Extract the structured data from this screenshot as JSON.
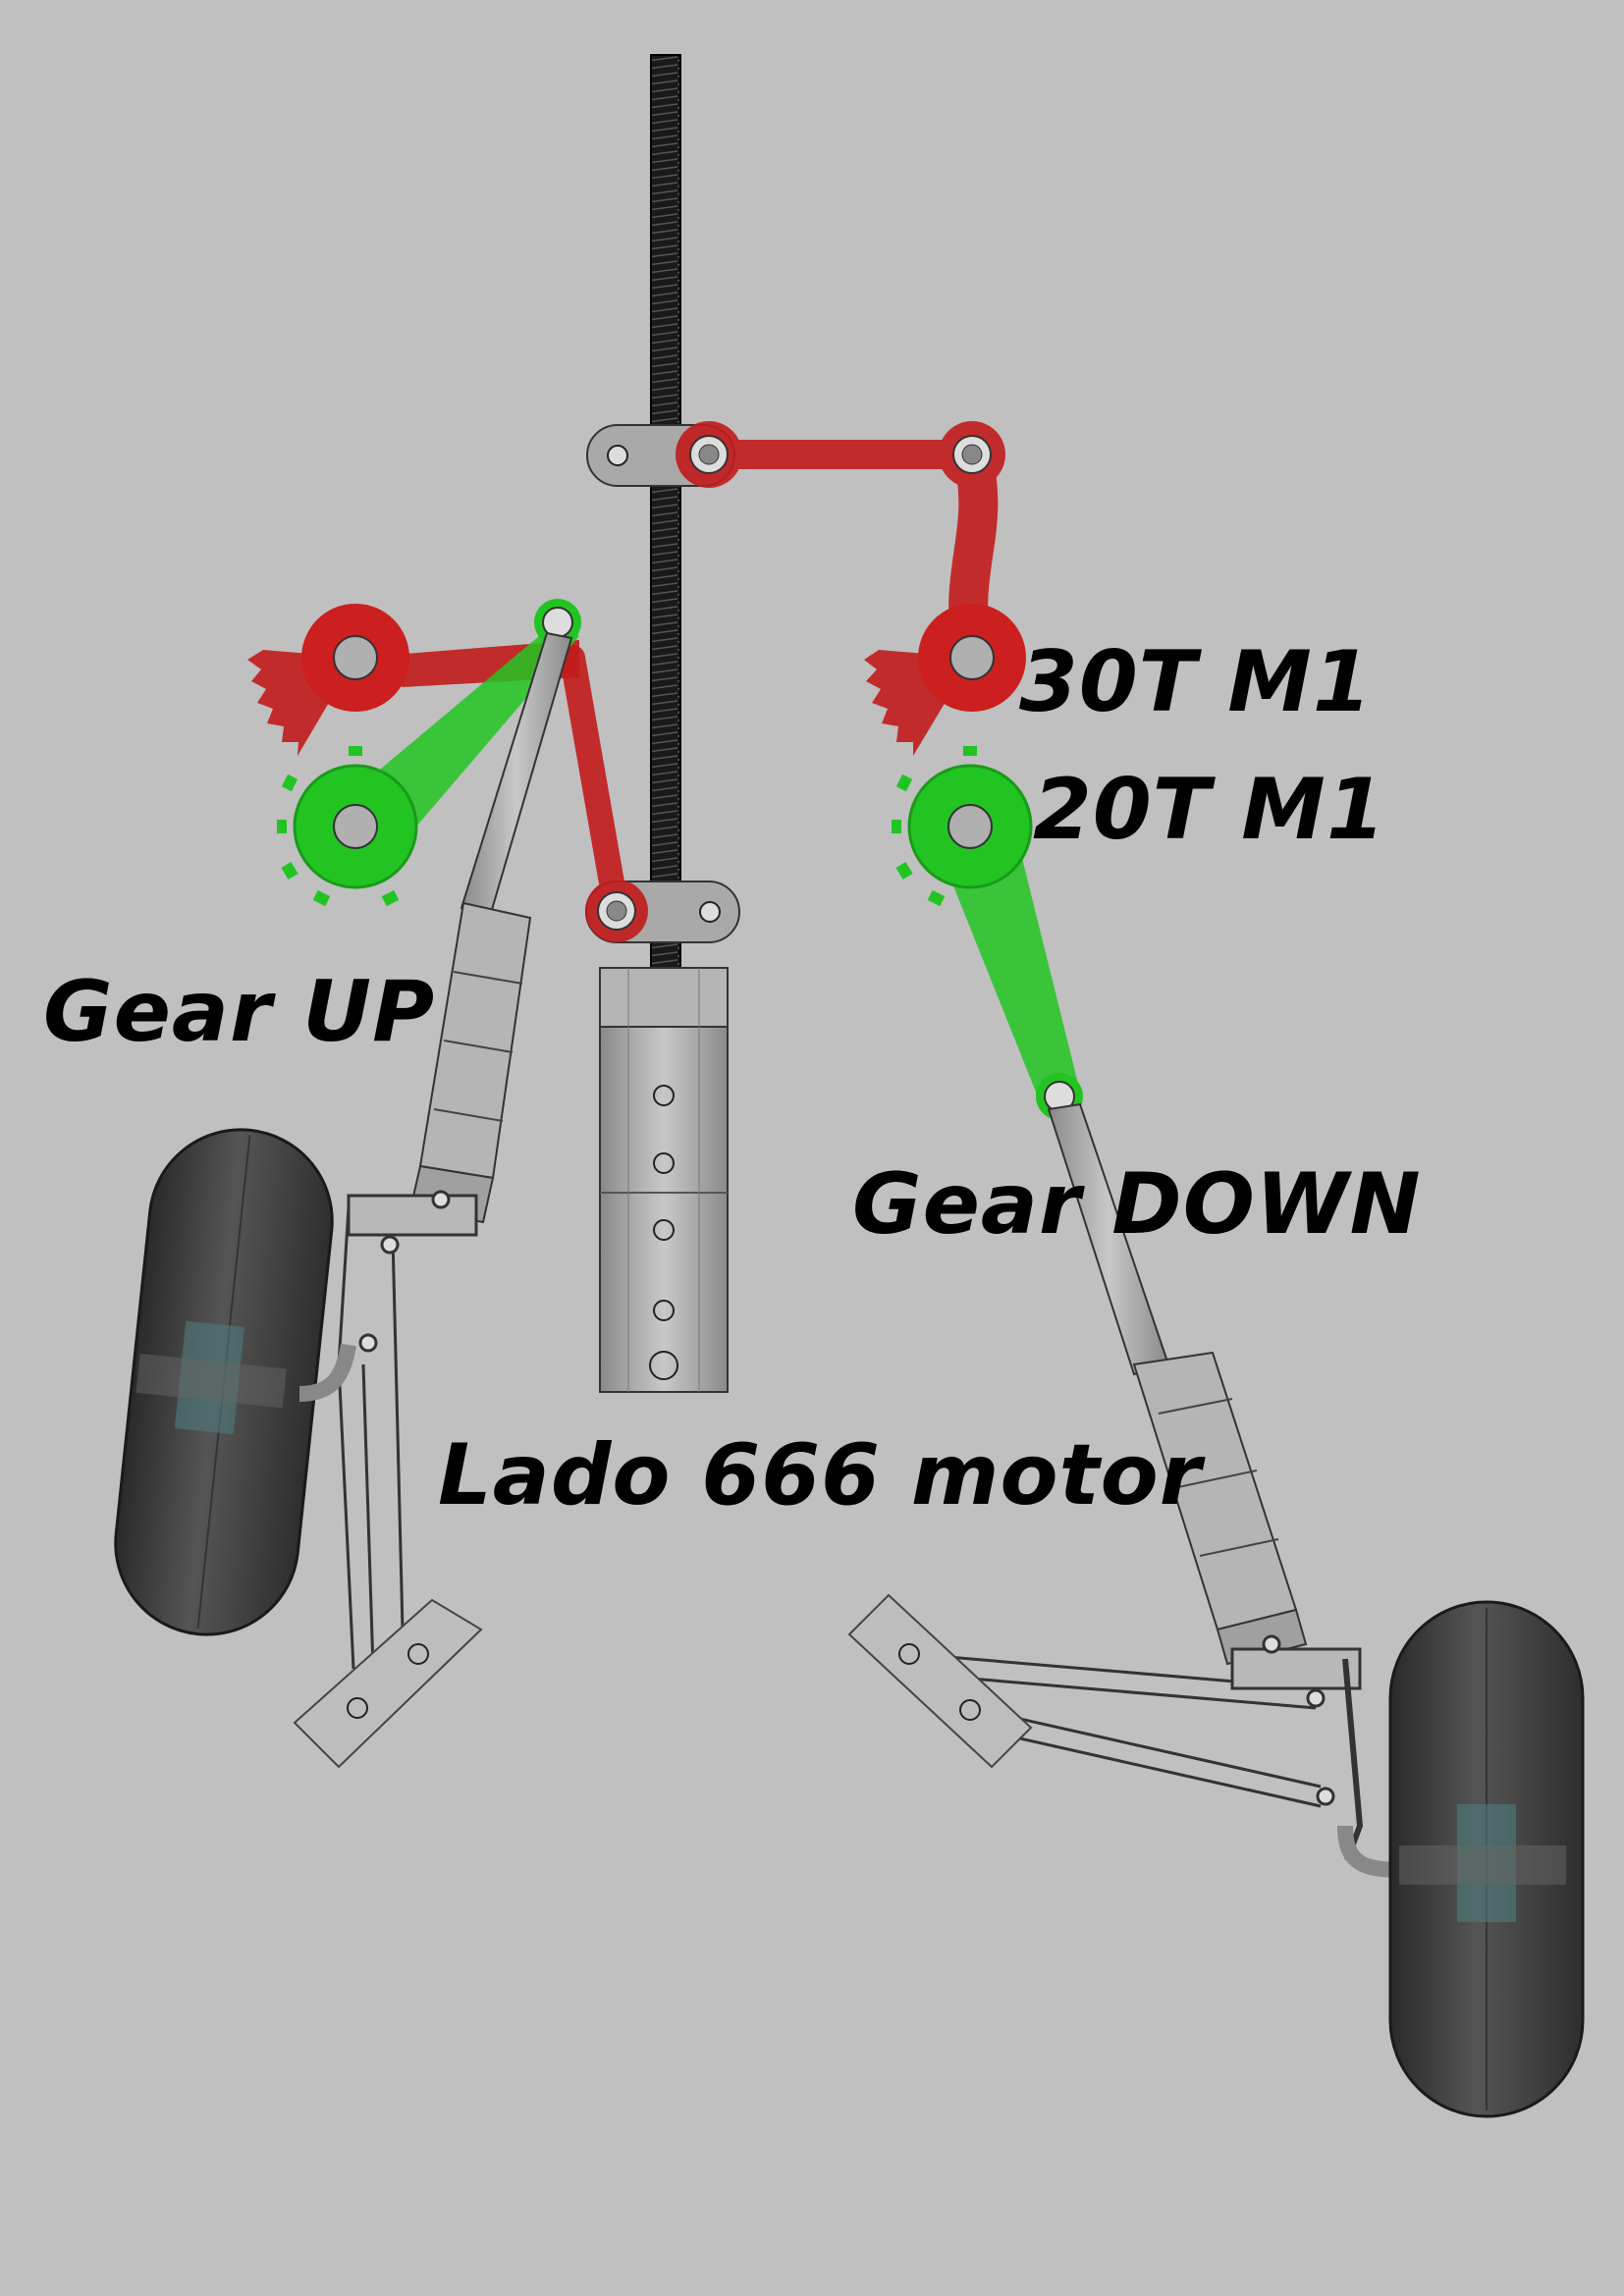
{
  "labels": {
    "gear_up": "Gear UP",
    "gear_down": "Gear DOWN",
    "gear_30t": "30T M1",
    "gear_20t": "20T M1",
    "motor": "Lado 666 motor"
  },
  "colors": {
    "background": "#c0c0c0",
    "drive_linkage": "#c21b1b",
    "gear_arm": "#22c422",
    "metal_parts": "#a8a8a8",
    "tire": "#3c3c3c",
    "lead_screw": "#1a1a1a"
  },
  "icons": {
    "wheel": "tire-icon",
    "motor": "motor-icon",
    "screw": "lead-screw-icon"
  }
}
